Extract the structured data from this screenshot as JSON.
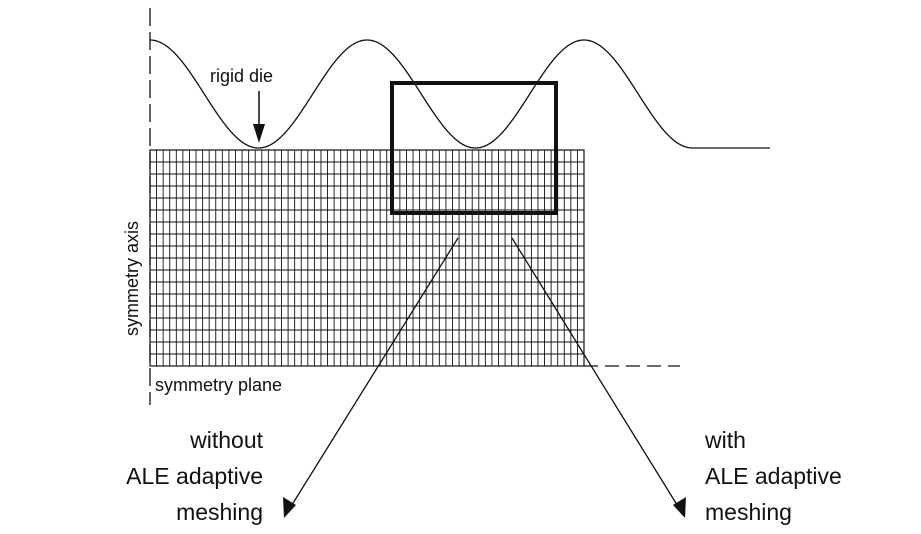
{
  "labels": {
    "rigid_die": "rigid die",
    "symmetry_axis": "symmetry axis",
    "symmetry_plane": "symmetry plane",
    "without_line1": "without",
    "without_line2": "ALE adaptive",
    "without_line3": "meshing",
    "with_line1": "with",
    "with_line2": "ALE adaptive",
    "with_line3": "meshing"
  },
  "mesh": {
    "columns": 66,
    "rows": 18
  },
  "colors": {
    "line": "#111111",
    "background": "#ffffff"
  }
}
